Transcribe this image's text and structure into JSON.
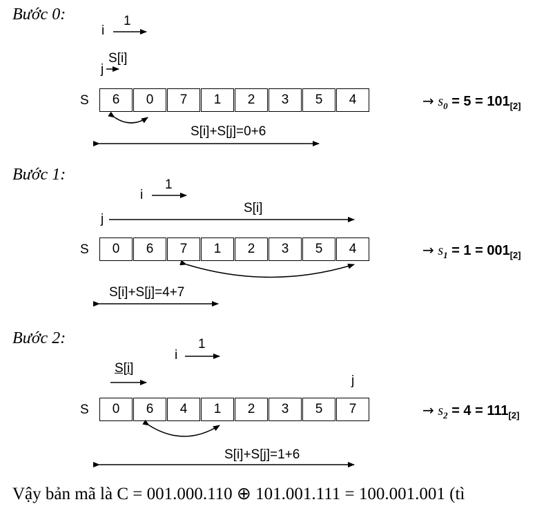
{
  "steps": [
    {
      "title": "Bước 0:",
      "i_label": "i",
      "i_step": "1",
      "s_i_label": "S[i]",
      "j_label": "j",
      "array_label": "S",
      "values": [
        "6",
        "0",
        "7",
        "1",
        "2",
        "3",
        "5",
        "4"
      ],
      "sum_label": "S[i]+S[j]=0+6",
      "result": {
        "prefix": "s",
        "sub": "0",
        "eq": "= 5 = 101",
        "base": "[2]"
      }
    },
    {
      "title": "Bước 1:",
      "i_label": "i",
      "i_step": "1",
      "s_i_label": "S[i]",
      "j_label": "j",
      "array_label": "S",
      "values": [
        "0",
        "6",
        "7",
        "1",
        "2",
        "3",
        "5",
        "4"
      ],
      "sum_label": "S[i]+S[j]=4+7",
      "result": {
        "prefix": "s",
        "sub": "1",
        "eq": "= 1 = 001",
        "base": "[2]"
      }
    },
    {
      "title": "Bước 2:",
      "i_label": "i",
      "i_step": "1",
      "s_i_label": "S[i]",
      "j_label": "j",
      "array_label": "S",
      "values": [
        "0",
        "6",
        "4",
        "1",
        "2",
        "3",
        "5",
        "7"
      ],
      "sum_label": "S[i]+S[j]=1+6",
      "result": {
        "prefix": "s",
        "sub": "2",
        "eq": "= 4 = 111",
        "base": "[2]"
      }
    }
  ],
  "footer": "Vậy bản mã là C = 001.000.110 ⊕ 101.001.111 =  100.001.001  (tì"
}
